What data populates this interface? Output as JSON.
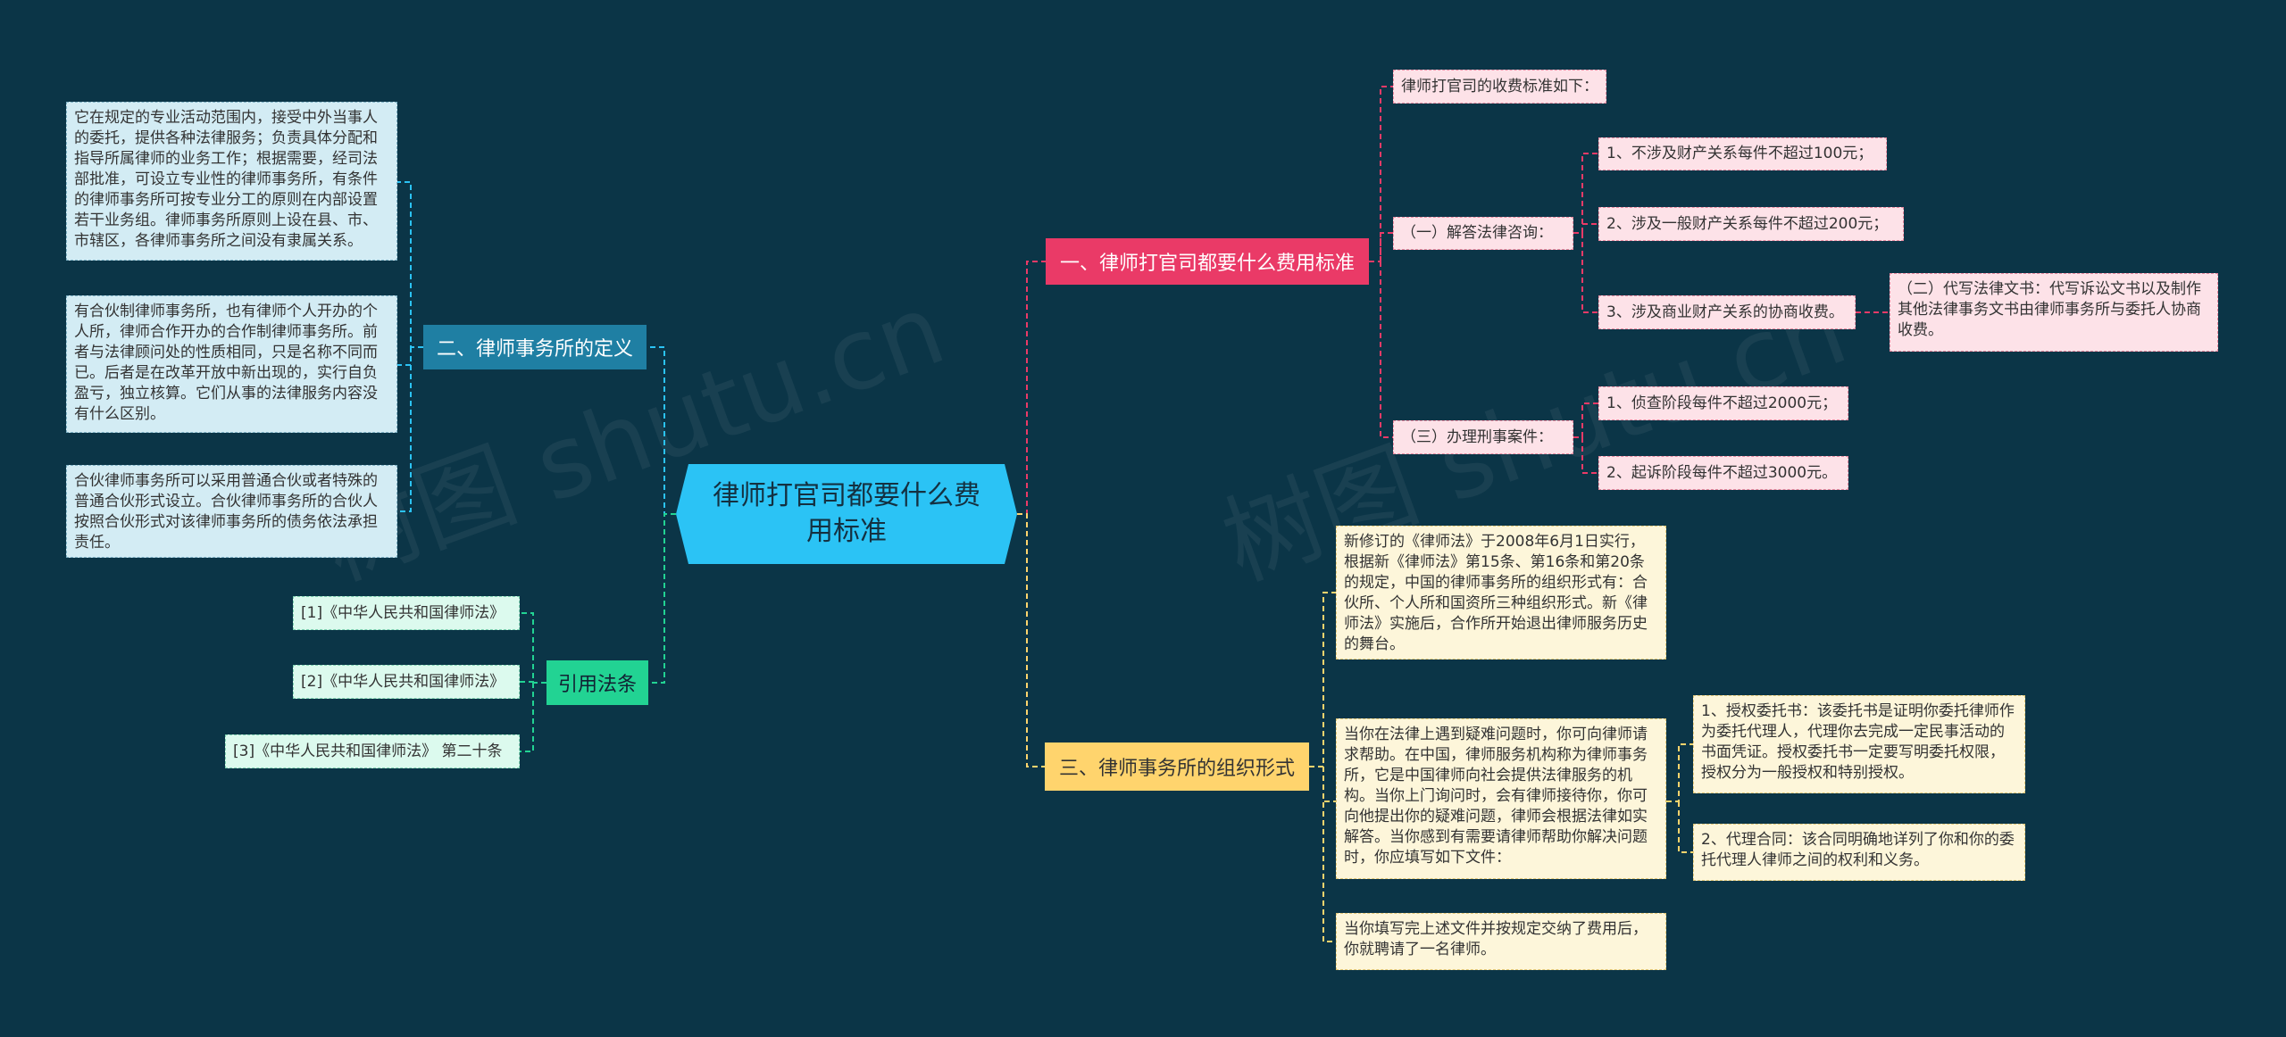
{
  "central": "律师打官司都要什么费用标准",
  "branches": {
    "fees": "一、律师打官司都要什么费用标准",
    "definition": "二、律师事务所的定义",
    "citations": "引用法条",
    "organization": "三、律师事务所的组织形式"
  },
  "fees": {
    "intro": "律师打官司的收费标准如下：",
    "consult": {
      "label": "（一）解答法律咨询：",
      "items": [
        "1、不涉及财产关系每件不超过100元；",
        "2、涉及一般财产关系每件不超过200元；",
        "3、涉及商业财产关系的协商收费。"
      ],
      "note": "（二）代写法律文书：代写诉讼文书以及制作其他法律事务文书由律师事务所与委托人协商收费。"
    },
    "criminal": {
      "label": "（三）办理刑事案件：",
      "items": [
        "1、侦查阶段每件不超过2000元；",
        "2、起诉阶段每件不超过3000元。"
      ]
    }
  },
  "definition": {
    "paragraphs": [
      "它在规定的专业活动范围内，接受中外当事人的委托，提供各种法律服务；负责具体分配和指导所属律师的业务工作；根据需要，经司法部批准，可设立专业性的律师事务所，有条件的律师事务所可按专业分工的原则在内部设置若干业务组。律师事务所原则上设在县、市、市辖区，各律师事务所之间没有隶属关系。",
      "有合伙制律师事务所，也有律师个人开办的个人所，律师合作开办的合作制律师事务所。前者与法律顾问处的性质相同，只是名称不同而已。后者是在改革开放中新出现的，实行自负盈亏，独立核算。它们从事的法律服务内容没有什么区别。",
      "合伙律师事务所可以采用普通合伙或者特殊的普通合伙形式设立。合伙律师事务所的合伙人按照合伙形式对该律师事务所的债务依法承担责任。"
    ]
  },
  "citations": {
    "items": [
      "[1]《中华人民共和国律师法》",
      "[2]《中华人民共和国律师法》",
      "[3]《中华人民共和国律师法》 第二十条"
    ]
  },
  "organization": {
    "p1": "新修订的《律师法》于2008年6月1日实行，根据新《律师法》第15条、第16条和第20条的规定，中国的律师事务所的组织形式有：合伙所、个人所和国资所三种组织形式。新《律师法》实施后，合作所开始退出律师服务历史的舞台。",
    "p2": "当你在法律上遇到疑难问题时，你可向律师请求帮助。在中国，律师服务机构称为律师事务所，它是中国律师向社会提供法律服务的机构。当你上门询问时，会有律师接待你，你可向他提出你的疑难问题，律师会根据法律如实解答。当你感到有需要请律师帮助你解决问题时，你应填写如下文件：",
    "p3": "当你填写完上述文件并按规定交纳了费用后，你就聘请了一名律师。",
    "docs": [
      "1、授权委托书：该委托书是证明你委托律师作为委托代理人，代理你去完成一定民事活动的书面凭证。授权委托书一定要写明委托权限，授权分为一般授权和特别授权。",
      "2、代理合同：该合同明确地详列了你和你的委托代理人律师之间的权利和义务。"
    ]
  },
  "colors": {
    "background": "#0b3547",
    "central": "#2bc3f5",
    "fees": "#ea3a67",
    "definition": "#1f7fa3",
    "citations": "#22d393",
    "organization": "#ffd46d"
  }
}
